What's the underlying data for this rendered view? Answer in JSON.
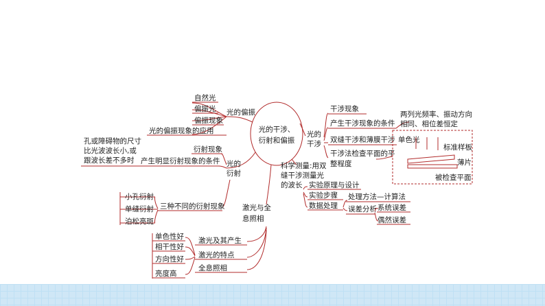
{
  "colors": {
    "line": "#b12a2a",
    "text": "#222222",
    "band": "#cfe7f6"
  },
  "center": [
    "光的干涉、",
    "衍射和偏振"
  ],
  "polarization": {
    "label": "光的偏振",
    "items": [
      "自然光",
      "偏振光",
      "偏振现象",
      "光的偏振现象的应用"
    ]
  },
  "interference": {
    "label": [
      "光的",
      "干涉"
    ],
    "items": [
      "干涉现象",
      "产生干涉现象的条件",
      "双缝干涉和薄膜干涉"
    ],
    "condition_note": [
      "两列光频率、振动方向",
      "相同、相位差恒定"
    ],
    "flatness": [
      "干涉法检查平面的平",
      "整程度"
    ],
    "figure": {
      "light": "单色光",
      "plate": "标准样板",
      "sheet": "薄片",
      "plane": "被检查平面"
    }
  },
  "diffraction": {
    "label": [
      "光的",
      "衍射"
    ],
    "items": [
      "衍射现象",
      "产生明显衍射现象的条件"
    ],
    "condition_note": [
      "孔或障碍物的尺寸",
      "比光波波长小,或",
      "跟波长差不多时"
    ],
    "kinds_label": "三种不同的衍射现象",
    "kinds": [
      "小孔衍射",
      "单缝衍射",
      "泊松亮斑"
    ]
  },
  "measurement": {
    "label": [
      "科学测量:用双",
      "缝干涉测量光",
      "的波长"
    ],
    "items": [
      "实验原理与设计",
      "实验步骤",
      "数据处理"
    ],
    "processing": "处理方法—计算法",
    "error_label": "误差分析",
    "errors": [
      "系统误差",
      "偶然误差"
    ]
  },
  "laser": {
    "label": [
      "激光与全",
      "息照相"
    ],
    "items": [
      "激光及其产生",
      "激光的特点",
      "全息照相"
    ],
    "features": [
      "单色性好",
      "相干性好",
      "方向性好",
      "亮度高"
    ]
  }
}
